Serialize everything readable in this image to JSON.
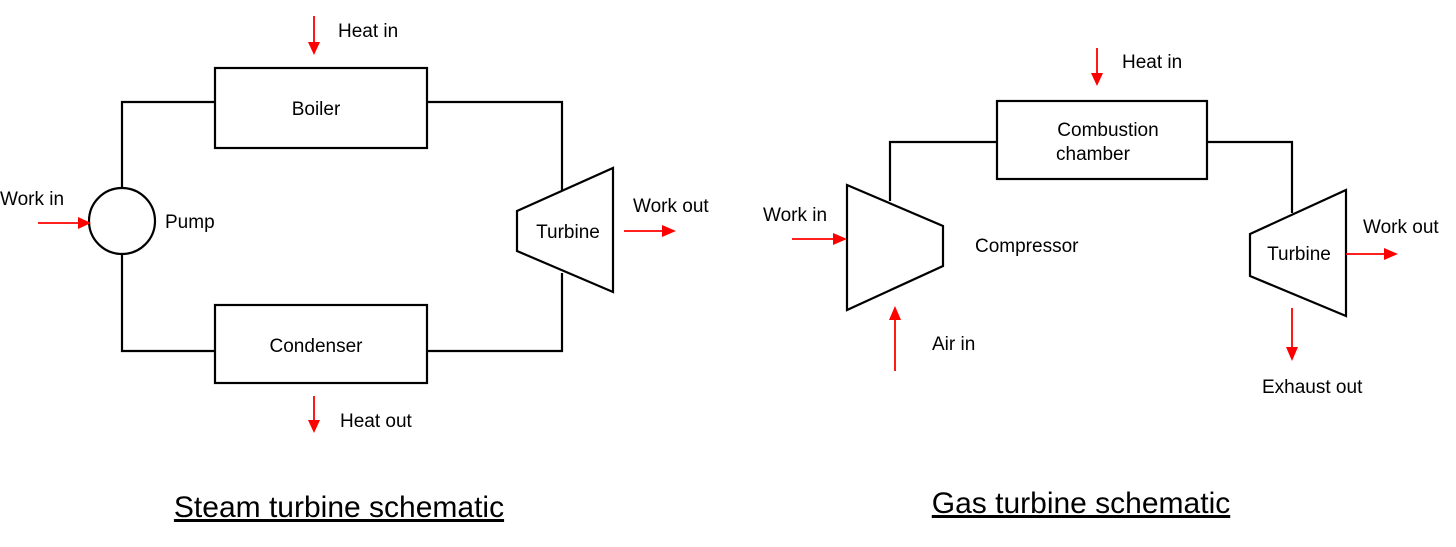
{
  "steam": {
    "title": "Steam turbine schematic",
    "boiler": "Boiler",
    "condenser": "Condenser",
    "pump": "Pump",
    "turbine": "Turbine",
    "heat_in": "Heat in",
    "heat_out": "Heat out",
    "work_in": "Work in",
    "work_out": "Work out"
  },
  "gas": {
    "title": "Gas turbine schematic",
    "combustion_line1": "Combustion",
    "combustion_line2": "chamber",
    "compressor": "Compressor",
    "turbine": "Turbine",
    "heat_in": "Heat in",
    "work_in": "Work in",
    "work_out": "Work out",
    "air_in": "Air in",
    "exhaust_out": "Exhaust out"
  },
  "colors": {
    "arrow": "#ff0000",
    "line": "#000000"
  }
}
